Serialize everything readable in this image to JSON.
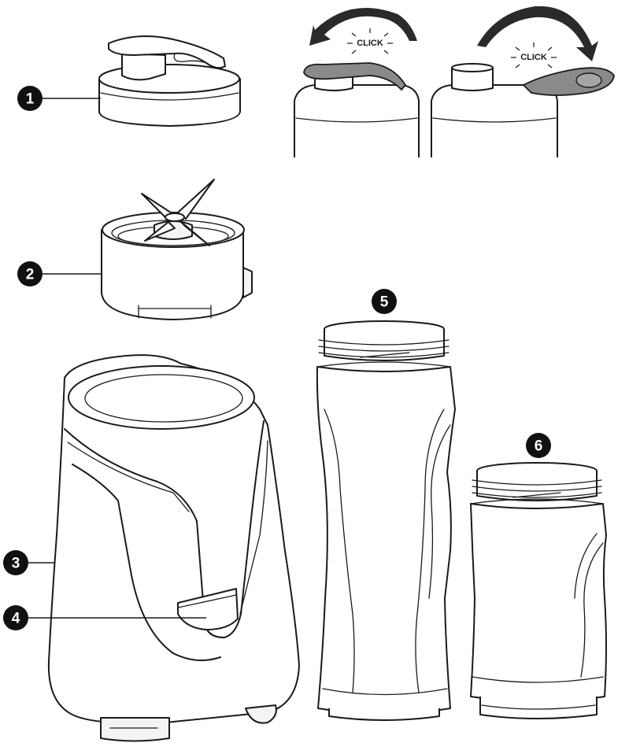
{
  "callouts": [
    {
      "id": "1",
      "label": "1"
    },
    {
      "id": "2",
      "label": "2"
    },
    {
      "id": "3",
      "label": "3"
    },
    {
      "id": "4",
      "label": "4"
    },
    {
      "id": "5",
      "label": "5"
    },
    {
      "id": "6",
      "label": "6"
    }
  ],
  "click_labels": [
    "CLICK",
    "CLICK"
  ],
  "colors": {
    "line": "#1a1a1a",
    "lid_flap": "#8a8a8a",
    "arrow": "#2a2a2a",
    "callout": "#111111"
  },
  "icons": [
    "rotate-arrow-icon",
    "rotate-arrow-icon"
  ]
}
